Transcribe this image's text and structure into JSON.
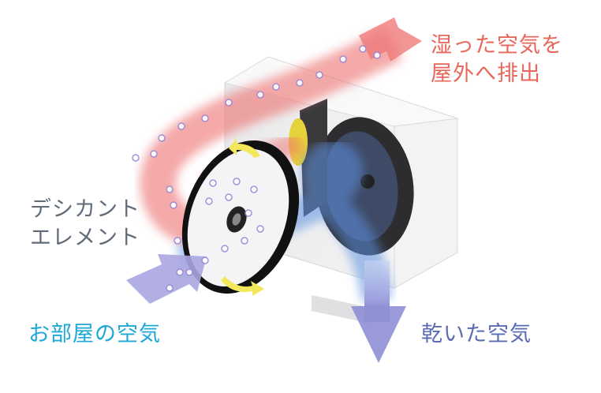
{
  "labels": {
    "exhaust_line1": "湿った空気を",
    "exhaust_line2": "屋外へ排出",
    "element_line1": "デシカント",
    "element_line2": "エレメント",
    "room_air": "お部屋の空気",
    "dry_air": "乾いた空気"
  },
  "colors": {
    "exhaust": "#e8675a",
    "element": "#5f6b78",
    "room_air": "#1ea8d8",
    "dry_air": "#5b6bb4",
    "humid_flow": "#ef6f6f",
    "dry_flow": "#5b8fe0",
    "intake_arrow": "#a9a6e0",
    "rotation_arrow": "#f2e85a"
  }
}
